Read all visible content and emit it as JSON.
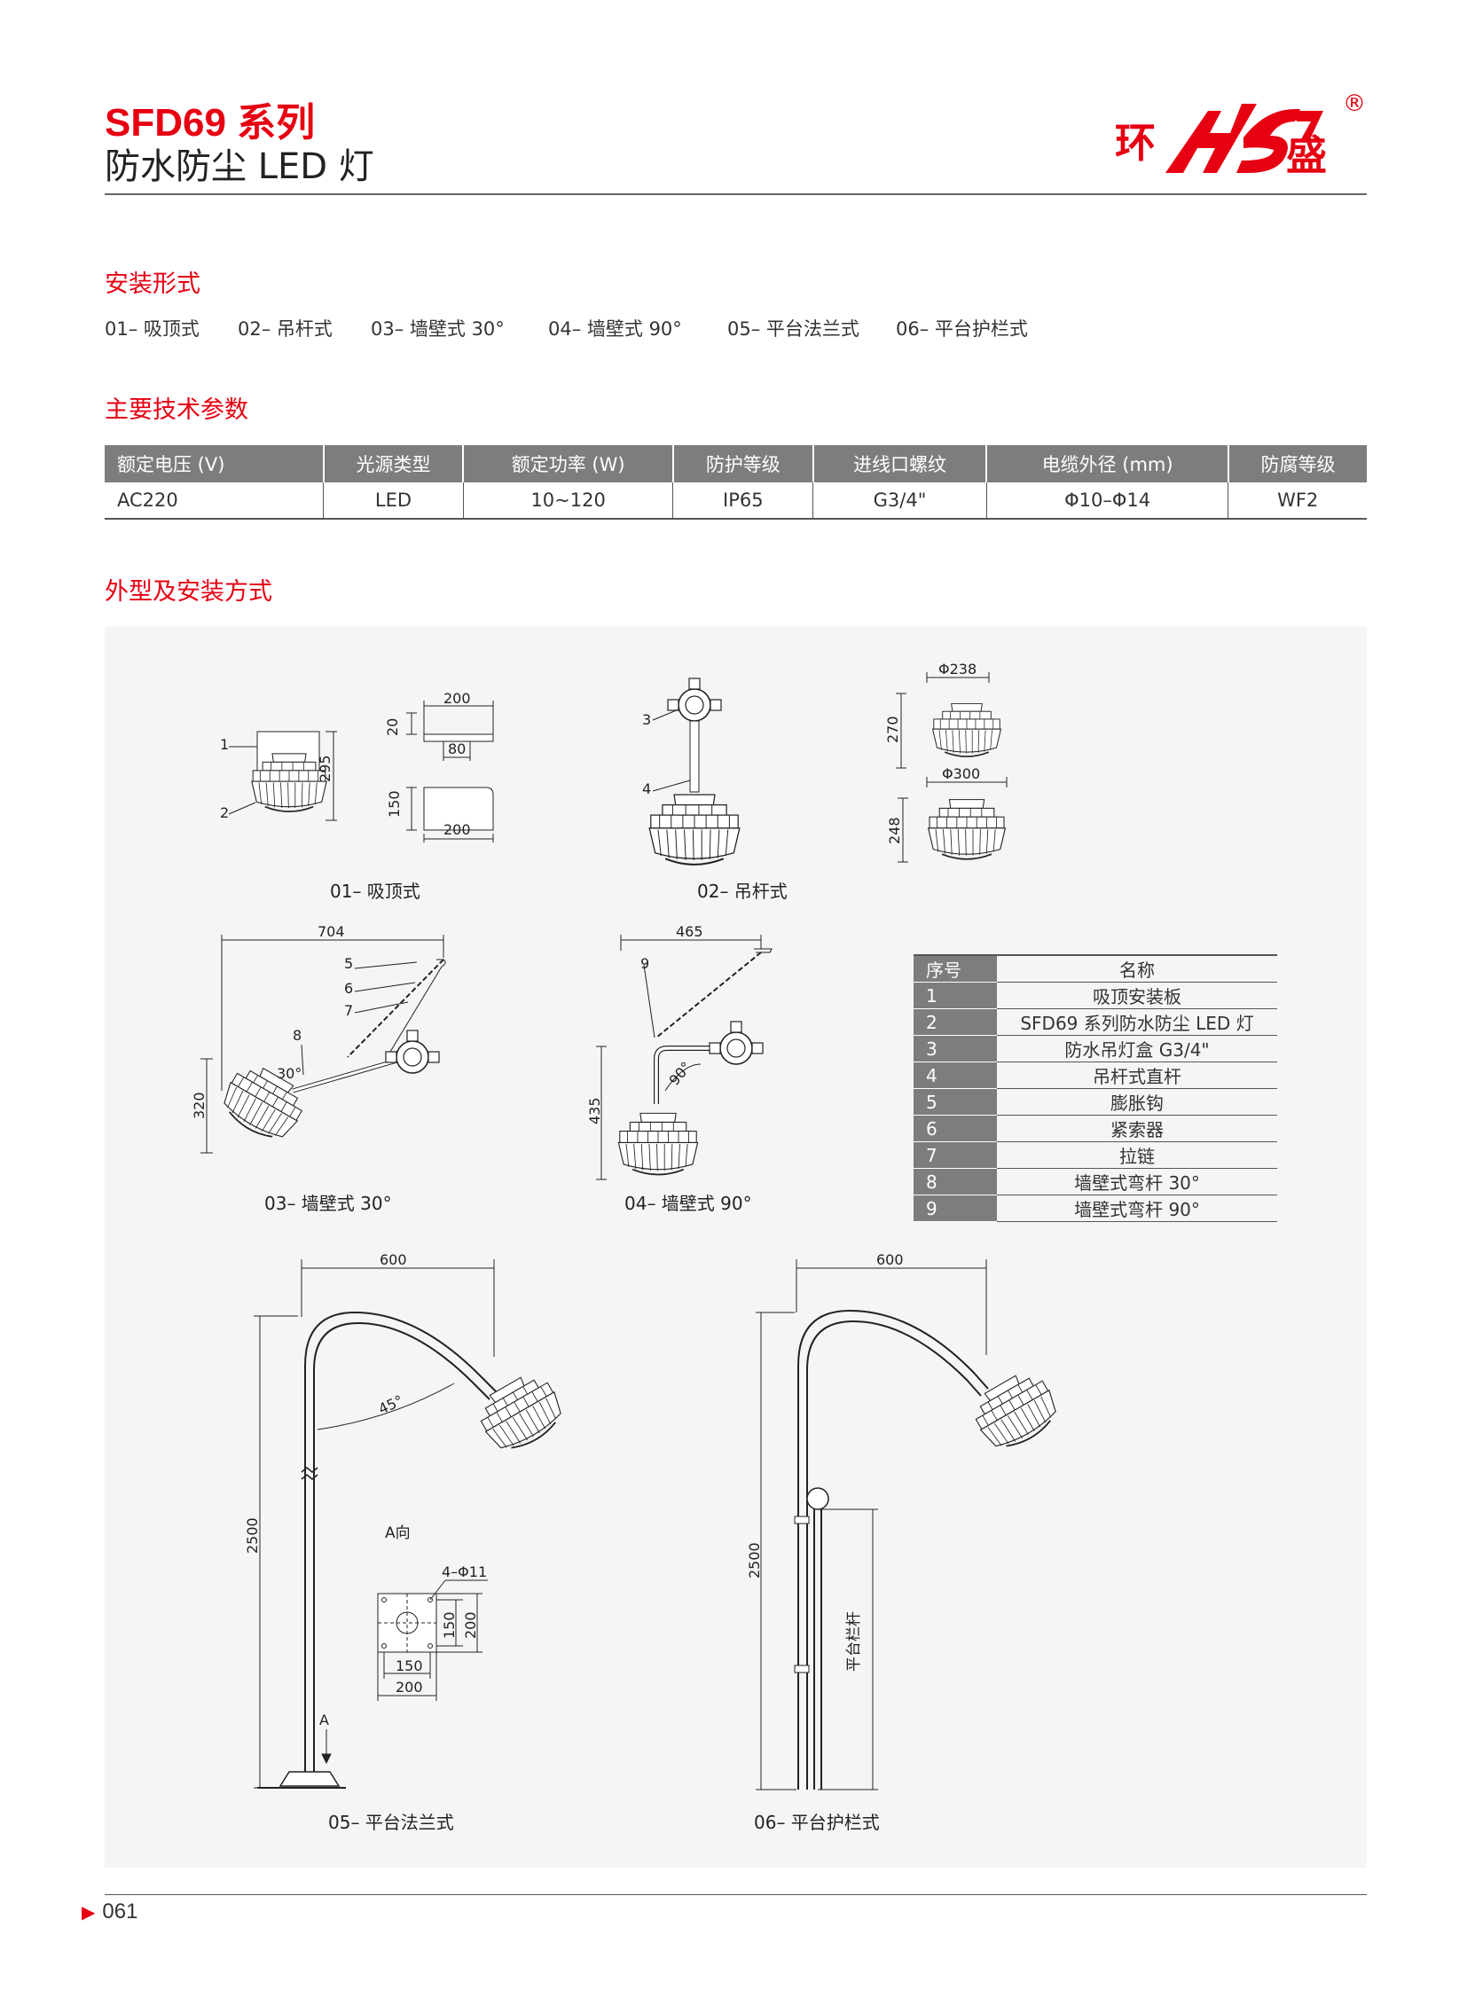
{
  "header": {
    "series": "SFD69 系列",
    "product": "防水防尘 LED 灯",
    "logo_left": "环",
    "logo_right": "盛",
    "logo_mark": "®",
    "brand_color": "#e60012"
  },
  "sections": {
    "install_forms": "安装形式",
    "main_params": "主要技术参数",
    "appearance": "外型及安装方式"
  },
  "install_types": [
    "01– 吸顶式",
    "02– 吊杆式",
    "03– 墙壁式 30°",
    "04– 墙壁式 90°",
    "05– 平台法兰式",
    "06– 平台护栏式"
  ],
  "spec_table": {
    "headers": [
      "额定电压 (V)",
      "光源类型",
      "额定功率 (W)",
      "防护等级",
      "进线口螺纹",
      "电缆外径 (mm)",
      "防腐等级"
    ],
    "row": [
      "AC220",
      "LED",
      "10~120",
      "IP65",
      "G3/4\"",
      "Φ10–Φ14",
      "WF2"
    ]
  },
  "legend": {
    "headers": [
      "序号",
      "名称"
    ],
    "rows": [
      [
        "1",
        "吸顶安装板"
      ],
      [
        "2",
        "SFD69 系列防水防尘 LED 灯"
      ],
      [
        "3",
        "防水吊灯盒 G3/4\""
      ],
      [
        "4",
        "吊杆式直杆"
      ],
      [
        "5",
        "膨胀钩"
      ],
      [
        "6",
        "紧索器"
      ],
      [
        "7",
        "拉链"
      ],
      [
        "8",
        "墙壁式弯杆 30°"
      ],
      [
        "9",
        "墙壁式弯杆 90°"
      ]
    ]
  },
  "diagrams": {
    "d01": {
      "caption": "01– 吸顶式",
      "dims": [
        "295",
        "200",
        "20",
        "80",
        "150",
        "200"
      ],
      "callouts": [
        "1",
        "2"
      ]
    },
    "d02": {
      "caption": "02– 吊杆式",
      "callouts": [
        "3",
        "4"
      ]
    },
    "d_top": {
      "dims": [
        "Φ238",
        "270",
        "Φ300",
        "248"
      ]
    },
    "d03": {
      "caption": "03– 墙壁式 30°",
      "dims": [
        "704",
        "320",
        "30°"
      ],
      "callouts": [
        "5",
        "6",
        "7",
        "8"
      ]
    },
    "d04": {
      "caption": "04– 墙壁式 90°",
      "dims": [
        "465",
        "435",
        "90°"
      ],
      "callouts": [
        "9"
      ]
    },
    "d05": {
      "caption": "05– 平台法兰式",
      "dims": [
        "600",
        "2500",
        "45°",
        "4–Φ11",
        "150",
        "200",
        "150",
        "200"
      ],
      "view_label": "A向",
      "arrow_label": "A"
    },
    "d06": {
      "caption": "06– 平台护栏式",
      "dims": [
        "600",
        "2500"
      ],
      "rail_label": "平台栏杆"
    }
  },
  "footer": {
    "page": "061"
  }
}
